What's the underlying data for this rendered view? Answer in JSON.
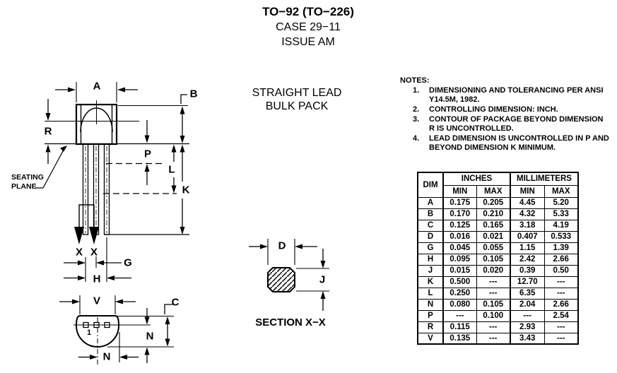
{
  "title": {
    "line1": "TO−92 (TO−226)",
    "line2": "CASE 29−11",
    "line3": "ISSUE AM"
  },
  "subtitle": {
    "line1": "STRAIGHT LEAD",
    "line2": "BULK PACK"
  },
  "section_label": "SECTION X−X",
  "seating_plane": {
    "line1": "SEATING",
    "line2": "PLANE"
  },
  "pin_marker": "1",
  "dim_labels": {
    "A": "A",
    "B": "B",
    "C": "C",
    "D": "D",
    "G": "G",
    "H": "H",
    "J": "J",
    "K": "K",
    "L": "L",
    "N": "N",
    "P": "P",
    "R": "R",
    "V": "V",
    "X": "X"
  },
  "notes": {
    "heading": "NOTES:",
    "items": [
      {
        "num": "1.",
        "text": "DIMENSIONING AND TOLERANCING PER ANSI Y14.5M, 1982."
      },
      {
        "num": "2.",
        "text": "CONTROLLING DIMENSION: INCH."
      },
      {
        "num": "3.",
        "text": "CONTOUR OF PACKAGE BEYOND DIMENSION R IS UNCONTROLLED."
      },
      {
        "num": "4.",
        "text": "LEAD DIMENSION IS UNCONTROLLED IN P AND BEYOND DIMENSION K MINIMUM."
      }
    ]
  },
  "table": {
    "dim_header": "DIM",
    "inches_header": "INCHES",
    "millimeters_header": "MILLIMETERS",
    "min_header": "MIN",
    "max_header": "MAX",
    "rows": [
      {
        "dim": "A",
        "inch_min": "0.175",
        "inch_max": "0.205",
        "mm_min": "4.45",
        "mm_max": "5.20"
      },
      {
        "dim": "B",
        "inch_min": "0.170",
        "inch_max": "0.210",
        "mm_min": "4.32",
        "mm_max": "5.33"
      },
      {
        "dim": "C",
        "inch_min": "0.125",
        "inch_max": "0.165",
        "mm_min": "3.18",
        "mm_max": "4.19"
      },
      {
        "dim": "D",
        "inch_min": "0.016",
        "inch_max": "0.021",
        "mm_min": "0.407",
        "mm_max": "0.533"
      },
      {
        "dim": "G",
        "inch_min": "0.045",
        "inch_max": "0.055",
        "mm_min": "1.15",
        "mm_max": "1.39"
      },
      {
        "dim": "H",
        "inch_min": "0.095",
        "inch_max": "0.105",
        "mm_min": "2.42",
        "mm_max": "2.66"
      },
      {
        "dim": "J",
        "inch_min": "0.015",
        "inch_max": "0.020",
        "mm_min": "0.39",
        "mm_max": "0.50"
      },
      {
        "dim": "K",
        "inch_min": "0.500",
        "inch_max": "---",
        "mm_min": "12.70",
        "mm_max": "---"
      },
      {
        "dim": "L",
        "inch_min": "0.250",
        "inch_max": "---",
        "mm_min": "6.35",
        "mm_max": "---"
      },
      {
        "dim": "N",
        "inch_min": "0.080",
        "inch_max": "0.105",
        "mm_min": "2.04",
        "mm_max": "2.66"
      },
      {
        "dim": "P",
        "inch_min": "---",
        "inch_max": "0.100",
        "mm_min": "---",
        "mm_max": "2.54"
      },
      {
        "dim": "R",
        "inch_min": "0.115",
        "inch_max": "---",
        "mm_min": "2.93",
        "mm_max": "---"
      },
      {
        "dim": "V",
        "inch_min": "0.135",
        "inch_max": "---",
        "mm_min": "3.43",
        "mm_max": "---"
      }
    ]
  },
  "colors": {
    "ink": "#000000",
    "paper": "#ffffff"
  }
}
